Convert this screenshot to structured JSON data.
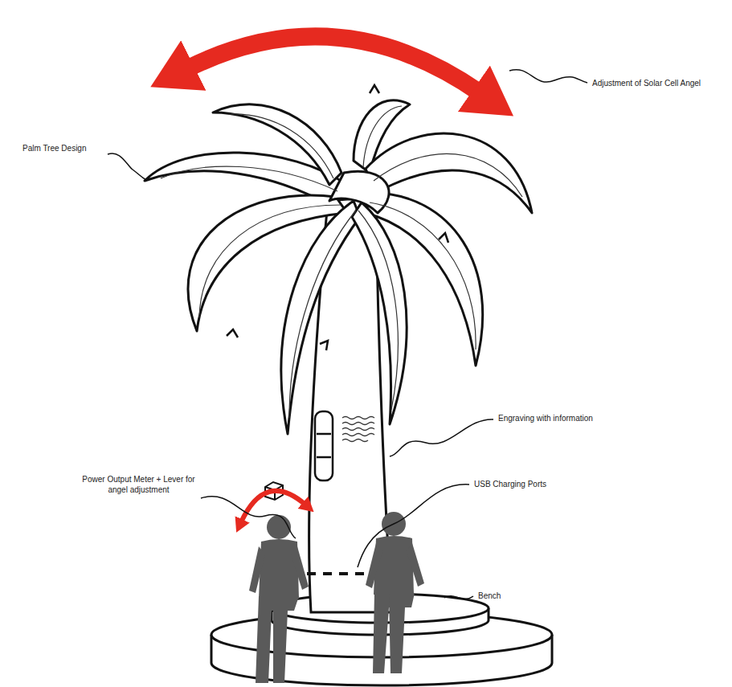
{
  "diagram": {
    "labels": [
      "Adjustment of Solar Cell Angel",
      "Palm Tree Design",
      "Power Output Meter + Lever for angel adjustment",
      "Engraving with information",
      "USB Charging Ports",
      "Bench"
    ]
  }
}
